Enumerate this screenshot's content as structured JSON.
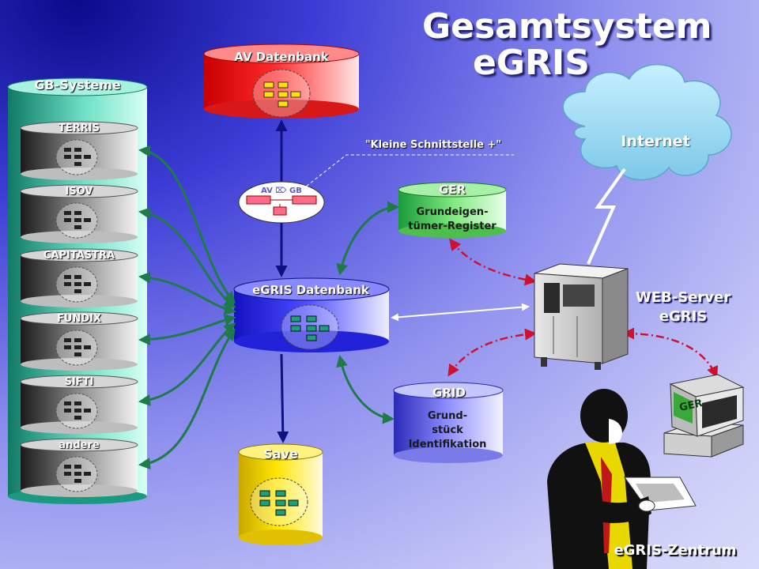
{
  "title": {
    "line1": "Gesamtsystem",
    "line2": "eGRIS"
  },
  "gb_systeme": {
    "label": "GB-Systeme",
    "items": [
      "TERRIS",
      "ISOV",
      "CAPITASTRA",
      "FUNDIX",
      "SIFTI",
      "andere"
    ]
  },
  "av_datenbank": {
    "label": "AV Datenbank"
  },
  "interface": {
    "note": "\"Kleine Schnittstelle +\"",
    "ellipse_label": "AV ⌦ GB"
  },
  "egris_datenbank": {
    "label": "eGRIS Datenbank"
  },
  "save": {
    "label": "Save"
  },
  "ger": {
    "label": "GER",
    "desc_line1": "Grundeigen-",
    "desc_line2": "tümer-Register"
  },
  "grid": {
    "label": "GRID",
    "desc_line1": "Grund-",
    "desc_line2": "stück",
    "desc_line3": "Identifikation"
  },
  "internet": {
    "label": "Internet"
  },
  "web_server": {
    "line1": "WEB-Server",
    "line2": "eGRIS"
  },
  "monitor": {
    "screen_text": "GER"
  },
  "zentrum": {
    "label": "eGRIS-Zentrum"
  },
  "colors": {
    "green_arrow": "#1f7a4a",
    "red_dash": "#d01030",
    "av_red": "#ff3030",
    "egris_blue": "#3a3aff",
    "save_yellow": "#ffe000",
    "gb_teal": "#2fb89a"
  }
}
